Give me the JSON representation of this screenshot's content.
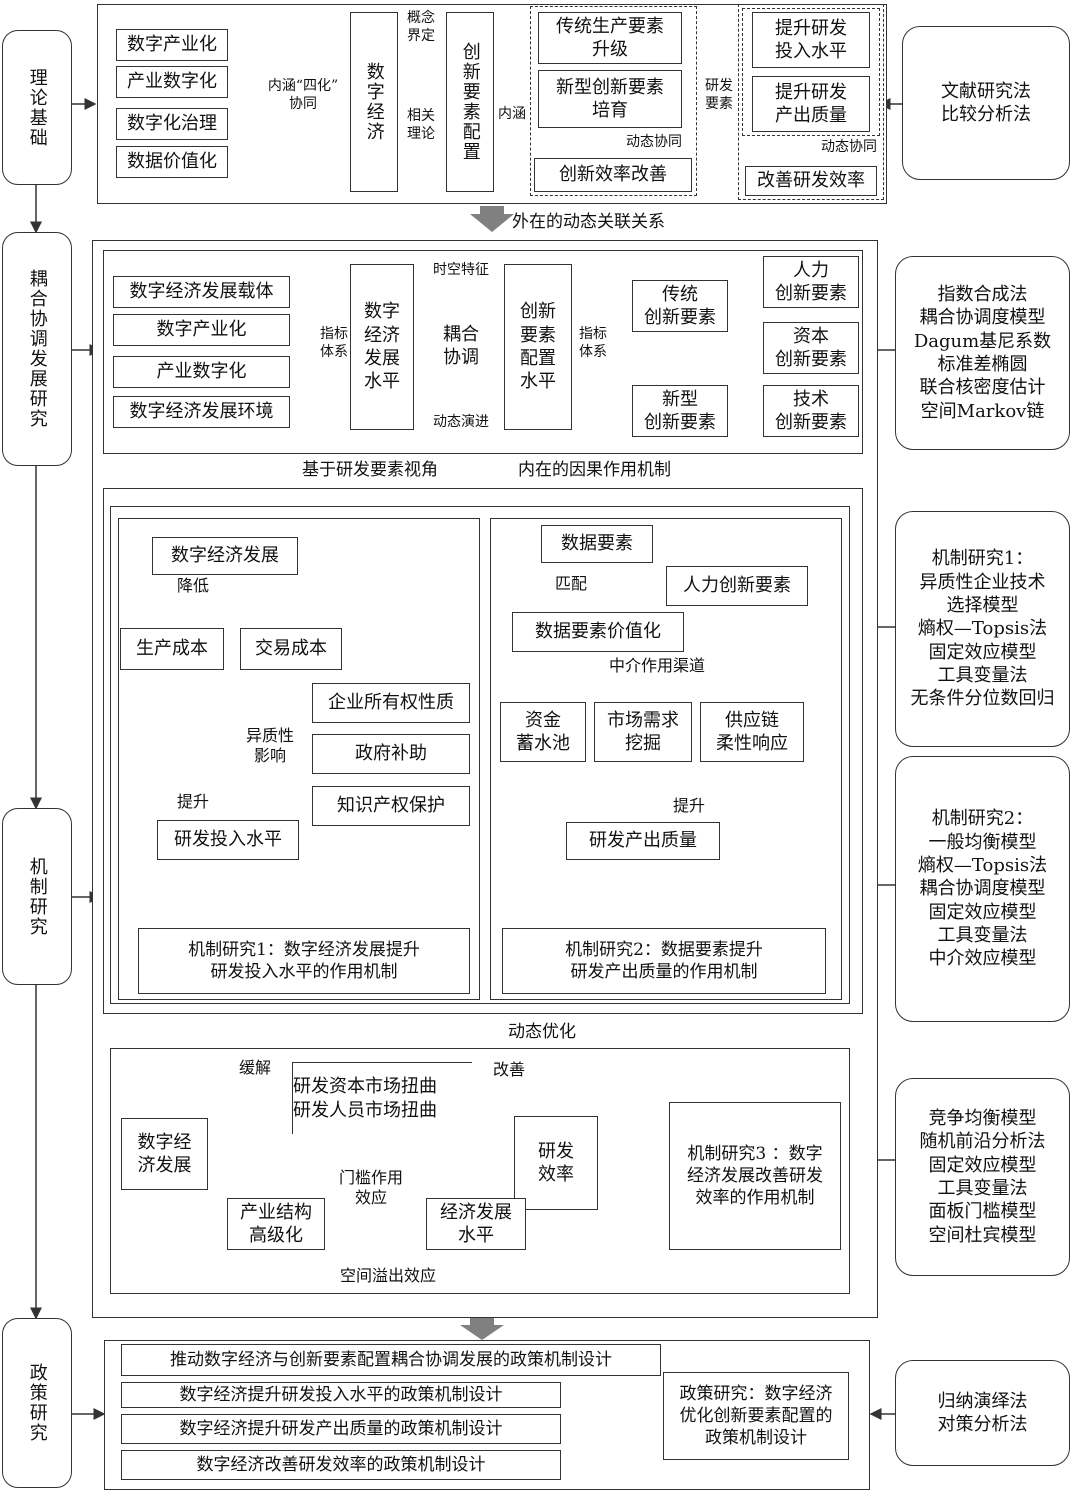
{
  "lanes": [
    "理论基础",
    "耦合协调发展研究",
    "机制研究",
    "政策研究"
  ],
  "section1": {
    "left_items": [
      "数字产业化",
      "产业数字化",
      "数字化治理",
      "数据价值化"
    ],
    "connotation_label": "内涵“四化”\n协同",
    "digital_economy": "数字经济",
    "concept_label": "概念\n界定",
    "related_label": "相关\n理论",
    "innovation_allocation": "创新要素配置",
    "connotation2": "内涵",
    "traditional_upgrade": "传统生产要素\n升级",
    "new_cultivation": "新型创新要素\n培育",
    "dynamic_synergy": "动态协同",
    "efficiency_improve": "创新效率改善",
    "rd_factor": "研发\n要素",
    "rd_input": "提升研发\n投入水平",
    "rd_output": "提升研发\n产出质量",
    "dynamic_synergy2": "动态协同",
    "improve_rd_eff": "改善研发效率",
    "methods": "文献研究法\n比较分析法"
  },
  "link1": "外在的动态关联关系",
  "section2": {
    "left_items": [
      "数字经济发展载体",
      "数字产业化",
      "产业数字化",
      "数字经济发展环境"
    ],
    "index_system": "指标\n体系",
    "de_level": "数字\n经济\n发展\n水平",
    "spatiotemporal": "时空特征",
    "coupling": "耦合\n协调",
    "dynamic_evolution": "动态演进",
    "ia_level": "创新\n要素\n配置\n水平",
    "index_system2": "指标\n体系",
    "traditional": "传统\n创新要素",
    "new_type": "新型\n创新要素",
    "human": "人力\n创新要素",
    "capital": "资本\n创新要素",
    "tech": "技术\n创新要素",
    "methods": "指数合成法\n耦合协调度模型\nDagum基尼系数\n标准差椭圆\n联合核密度估计\n空间Markov链"
  },
  "link2_left": "基于研发要素视角",
  "link2_right": "内在的因果作用机制",
  "mech1": {
    "de_dev": "数字经济发展",
    "reduce": "降低",
    "prod_cost": "生产成本",
    "trans_cost": "交易成本",
    "hetero": "异质性\n影响",
    "ownership": "企业所有权性质",
    "subsidy": "政府补助",
    "ip": "知识产权保护",
    "raise": "提升",
    "rd_input": "研发投入水平",
    "result": "机制研究1：数字经济发展提升\n研发投入水平的作用机制"
  },
  "mech2": {
    "data": "数据要素",
    "match": "匹配",
    "human": "人力创新要素",
    "value": "数据要素价值化",
    "channel": "中介作用渠道",
    "fund": "资金\n蓄水池",
    "market": "市场需求\n挖掘",
    "supply": "供应链\n柔性响应",
    "raise": "提升",
    "rd_output": "研发产出质量",
    "result": "机制研究2：数据要素提升\n研发产出质量的作用机制"
  },
  "methods_m1": "机制研究1：\n异质性企业技术\n选择模型\n熵权—Topsis法\n固定效应模型\n工具变量法\n无条件分位数回归",
  "methods_m2": "机制研究2：\n一般均衡模型\n熵权—Topsis法\n耦合协调度模型\n固定效应模型\n工具变量法\n中介效应模型",
  "link3": "动态优化",
  "mech3": {
    "de_dev": "数字经\n济发展",
    "ease": "缓解",
    "distortion": "研发资本市场扭曲\n研发人员市场扭曲",
    "improve": "改善",
    "rd_eff": "研发\n效率",
    "threshold": "门槛作用\n效应",
    "industry": "产业结构\n高级化",
    "econ": "经济发展\n水平",
    "spatial": "空间溢出效应",
    "result": "机制研究3 ：数字\n经济发展改善研发\n效率的作用机制"
  },
  "methods_m3": "竞争均衡模型\n随机前沿分析法\n固定效应模型\n工具变量法\n面板门槛模型\n空间杜宾模型",
  "policy": {
    "items": [
      "推动数字经济与创新要素配置耦合协调发展的政策机制设计",
      "数字经济提升研发投入水平的政策机制设计",
      "数字经济提升研发产出质量的政策机制设计",
      "数字经济改善研发效率的政策机制设计"
    ],
    "result": "政策研究：数字经济\n优化创新要素配置的\n政策机制设计",
    "methods": "归纳演绎法\n对策分析法"
  }
}
